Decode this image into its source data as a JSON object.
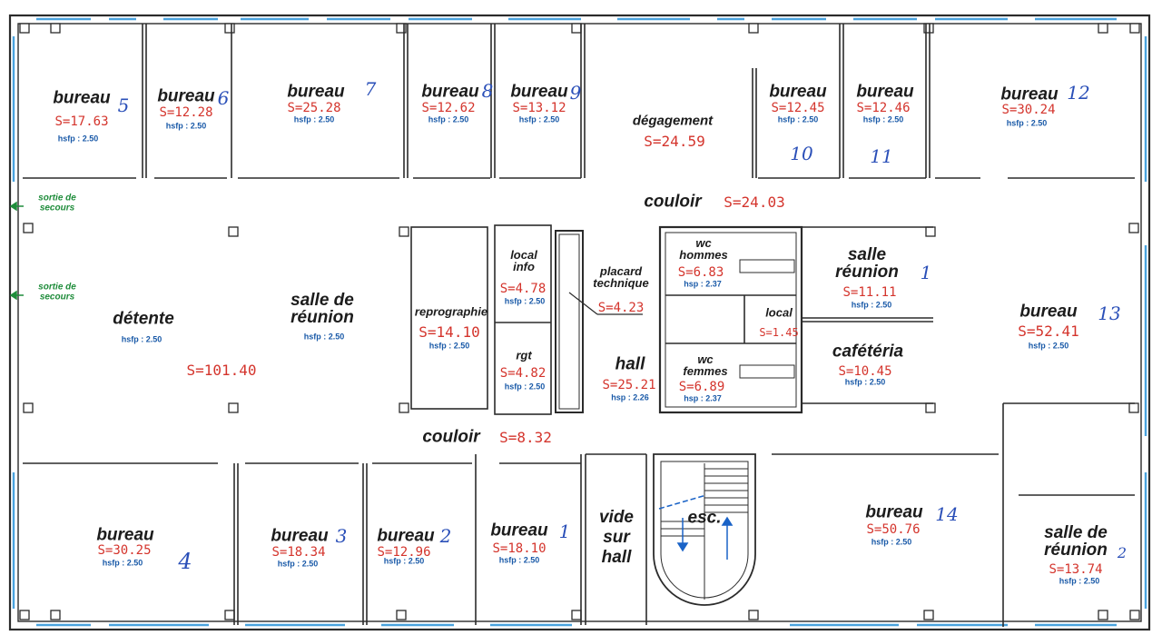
{
  "rooms": [
    {
      "id": "b5",
      "name": "bureau",
      "area": "S=17.63",
      "hsfp": "hsfp : 2.50",
      "num": "5"
    },
    {
      "id": "b6",
      "name": "bureau",
      "area": "S=12.28",
      "hsfp": "hsfp : 2.50",
      "num": "6"
    },
    {
      "id": "b7",
      "name": "bureau",
      "area": "S=25.28",
      "hsfp": "hsfp : 2.50",
      "num": "7"
    },
    {
      "id": "b8",
      "name": "bureau",
      "area": "S=12.62",
      "hsfp": "hsfp : 2.50",
      "num": "8"
    },
    {
      "id": "b9",
      "name": "bureau",
      "area": "S=13.12",
      "hsfp": "hsfp : 2.50",
      "num": "9"
    },
    {
      "id": "deg",
      "name": "dégagement",
      "area": "S=24.59"
    },
    {
      "id": "b10",
      "name": "bureau",
      "area": "S=12.45",
      "hsfp": "hsfp : 2.50",
      "num": "10"
    },
    {
      "id": "b11",
      "name": "bureau",
      "area": "S=12.46",
      "hsfp": "hsfp : 2.50",
      "num": "11"
    },
    {
      "id": "b12",
      "name": "bureau",
      "area": "S=30.24",
      "hsfp": "hsfp : 2.50",
      "num": "12"
    },
    {
      "id": "couloir1",
      "name": "couloir",
      "area": "S=24.03"
    },
    {
      "id": "detente",
      "name": "détente",
      "area": "S=101.40",
      "hsfp": "hsfp : 2.50"
    },
    {
      "id": "salle_reunion",
      "name_l1": "salle de",
      "name_l2": "réunion",
      "hsfp": "hsfp : 2.50"
    },
    {
      "id": "repro",
      "name": "reprographie",
      "area": "S=14.10",
      "hsfp": "hsfp : 2.50"
    },
    {
      "id": "local_info",
      "name_l1": "local",
      "name_l2": "info",
      "area": "S=4.78",
      "hsfp": "hsfp : 2.50"
    },
    {
      "id": "rgt",
      "name": "rgt",
      "area": "S=4.82",
      "hsfp": "hsfp : 2.50"
    },
    {
      "id": "placard",
      "name_l1": "placard",
      "name_l2": "technique",
      "area": "S=4.23"
    },
    {
      "id": "hall",
      "name": "hall",
      "area": "S=25.21",
      "hsfp": "hsp : 2.26"
    },
    {
      "id": "wc_h",
      "name_l1": "wc",
      "name_l2": "hommes",
      "area": "S=6.83",
      "hsfp": "hsp : 2.37"
    },
    {
      "id": "wc_f",
      "name_l1": "wc",
      "name_l2": "femmes",
      "area": "S=6.89",
      "hsfp": "hsp : 2.37"
    },
    {
      "id": "local",
      "name": "local",
      "area": "S=1.45"
    },
    {
      "id": "sr1",
      "name_l1": "salle",
      "name_l2": "réunion",
      "area": "S=11.11",
      "hsfp": "hsfp : 2.50",
      "num": "1"
    },
    {
      "id": "cafet",
      "name": "cafétéria",
      "area": "S=10.45",
      "hsfp": "hsfp : 2.50"
    },
    {
      "id": "b13",
      "name": "bureau",
      "area": "S=52.41",
      "hsfp": "hsfp : 2.50",
      "num": "13"
    },
    {
      "id": "couloir2",
      "name": "couloir",
      "area": "S=8.32"
    },
    {
      "id": "b4",
      "name": "bureau",
      "area": "S=30.25",
      "hsfp": "hsfp : 2.50",
      "num": "4"
    },
    {
      "id": "b3",
      "name": "bureau",
      "area": "S=18.34",
      "hsfp": "hsfp : 2.50",
      "num": "3"
    },
    {
      "id": "b2",
      "name": "bureau",
      "area": "S=12.96",
      "hsfp": "hsfp : 2.50",
      "num": "2"
    },
    {
      "id": "b1",
      "name": "bureau",
      "area": "S=18.10",
      "hsfp": "hsfp : 2.50",
      "num": "1"
    },
    {
      "id": "vide",
      "name_l1": "vide",
      "name_l2": "sur",
      "name_l3": "hall"
    },
    {
      "id": "esc",
      "name": "esc."
    },
    {
      "id": "b14",
      "name": "bureau",
      "area": "S=50.76",
      "hsfp": "hsfp : 2.50",
      "num": "14"
    },
    {
      "id": "sr2",
      "name_l1": "salle de",
      "name_l2": "réunion",
      "area": "S=13.74",
      "hsfp": "hsfp : 2.50",
      "num": "2"
    }
  ],
  "exits": [
    {
      "l1": "sortie de",
      "l2": "secours"
    },
    {
      "l1": "sortie de",
      "l2": "secours"
    }
  ],
  "colors": {
    "wall": "#2b2b2b",
    "window": "#4aa3de",
    "area": "#d4342c",
    "label": "#1c1c1c",
    "note": "#2a4fb8",
    "exit": "#1e8c3a"
  }
}
